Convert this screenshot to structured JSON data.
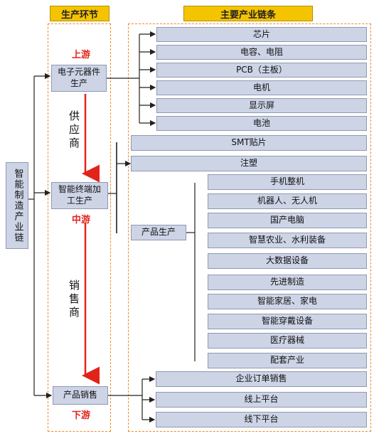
{
  "headers": {
    "stage": "生产环节",
    "chain": "主要产业链条"
  },
  "root": "智能制造产业链",
  "stages": {
    "upstream": {
      "tag": "上游",
      "box": "电子元器件生产"
    },
    "midstream": {
      "tag": "中游",
      "box": "智能终端加工生产"
    },
    "downstream": {
      "tag": "下游",
      "box": "产品销售"
    }
  },
  "flow_labels": {
    "supply": "供应商",
    "sales": "销售商"
  },
  "upstream_items": [
    "芯片",
    "电容、电阻",
    "PCB（主板）",
    "电机",
    "显示屏",
    "电池"
  ],
  "midstream_items": [
    "SMT贴片",
    "注塑"
  ],
  "product_group": "产品生产",
  "product_items": [
    "手机整机",
    "机器人、无人机",
    "国产电脑",
    "智慧农业、水利装备",
    "大数据设备",
    "先进制造",
    "智能家居、家电",
    "智能穿戴设备",
    "医疗器械",
    "配套产业"
  ],
  "downstream_items": [
    "企业订单销售",
    "线上平台",
    "线下平台"
  ]
}
